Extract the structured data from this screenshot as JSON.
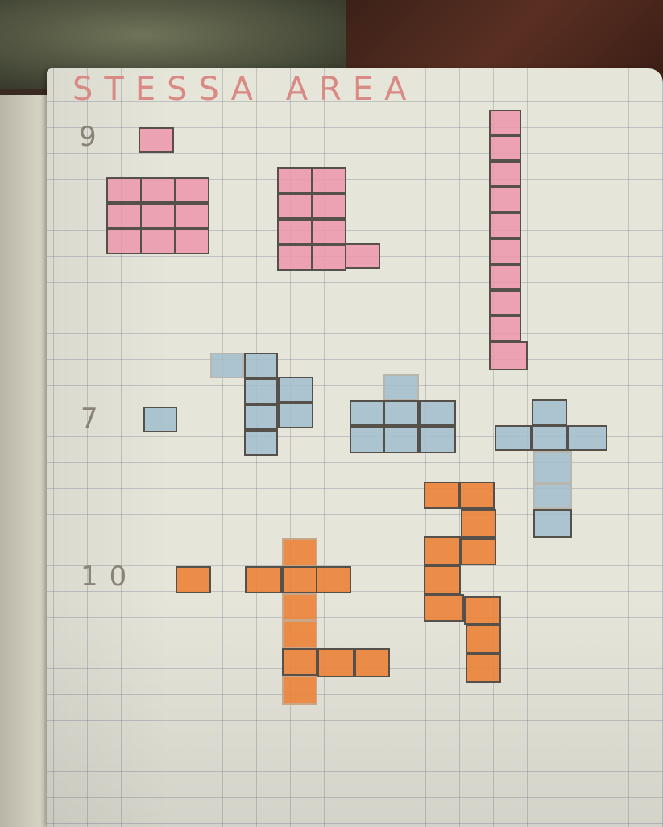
{
  "page": {
    "title": "STESSA AREA",
    "rows": [
      {
        "label": "9",
        "color": "#ec96aa"
      },
      {
        "label": "7",
        "color": "#a0becd"
      },
      {
        "label": "10",
        "color": "#eb8237"
      }
    ]
  }
}
